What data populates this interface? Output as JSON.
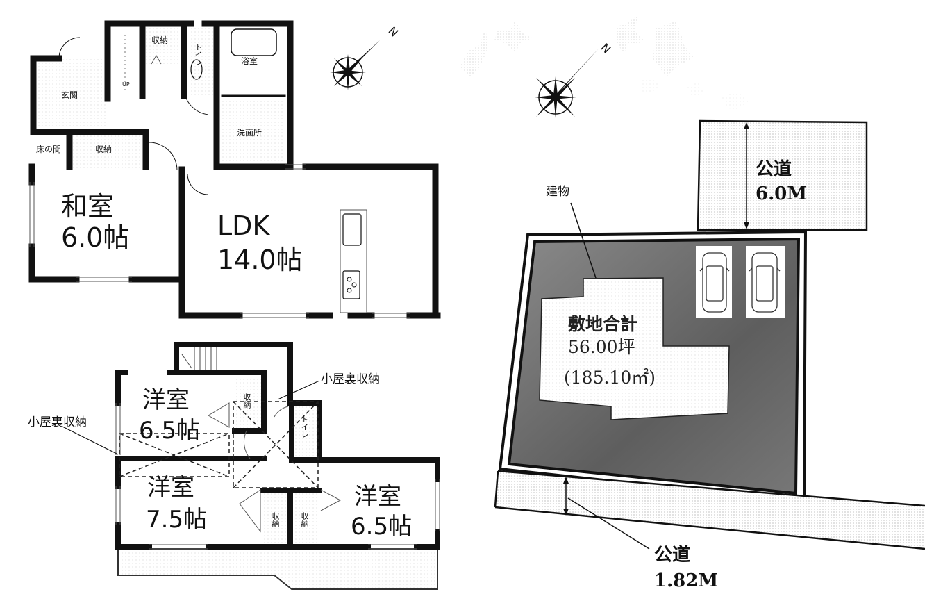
{
  "floor1": {
    "entrance": "玄関",
    "storage_top": "収納",
    "toilet": "トイレ",
    "bath": "浴室",
    "washroom": "洗面所",
    "tokonoma": "床の間",
    "storage_closet": "収納",
    "stairs_up": "UP",
    "japanese_room": {
      "name": "和室",
      "size": "6.0帖"
    },
    "ldk": {
      "name": "LDK",
      "size": "14.0帖"
    }
  },
  "floor2": {
    "room_a": {
      "name": "洋室",
      "size": "6.5帖"
    },
    "room_b": {
      "name": "洋室",
      "size": "7.5帖"
    },
    "room_c": {
      "name": "洋室",
      "size": "6.5帖"
    },
    "storage_1": "収納",
    "storage_2": "収納",
    "storage_3": "収納",
    "toilet": "トイレ",
    "attic_storage_left": "小屋裏収納",
    "attic_storage_right": "小屋裏収納"
  },
  "compass": {
    "north_label": "N"
  },
  "site": {
    "building_label": "建物",
    "total_label": "敷地合計",
    "area_tsubo": "56.00坪",
    "area_sqm": "(185.10㎡)",
    "road_north": {
      "label": "公道",
      "width": "6.0M"
    },
    "road_south": {
      "label": "公道",
      "width": "1.82M"
    },
    "parking_spaces": 2
  },
  "colors": {
    "wall": "#111111",
    "site_fill": "#6f6f6f",
    "road_fill": "#c9c9c9",
    "building_fill": "#ececec"
  }
}
